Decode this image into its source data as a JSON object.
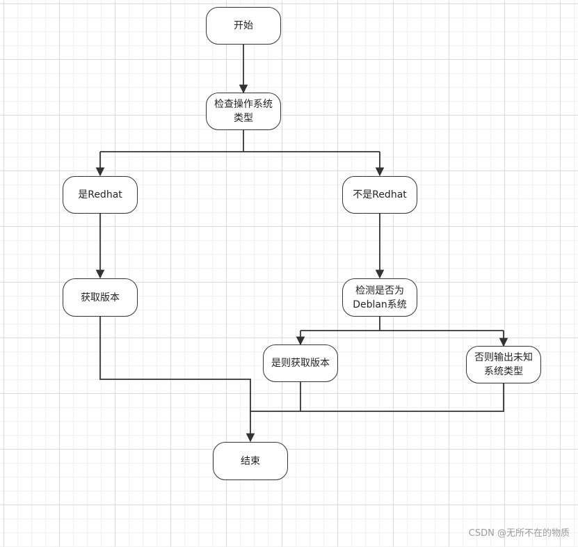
{
  "nodes": {
    "start": "开始",
    "check_os": "检查操作系统\n类型",
    "is_redhat": "是Redhat",
    "not_redhat": "不是Redhat",
    "get_version_left": "获取版本",
    "check_debian": "检测是否为\nDeblan系统",
    "get_version_debian": "是则获取版本",
    "output_unknown": "否则输出未知\n系统类型",
    "end": "结束"
  },
  "watermark": "CSDN @无所不在的物质",
  "colors": {
    "line": "#333333",
    "grid": "#dcdcdc"
  }
}
